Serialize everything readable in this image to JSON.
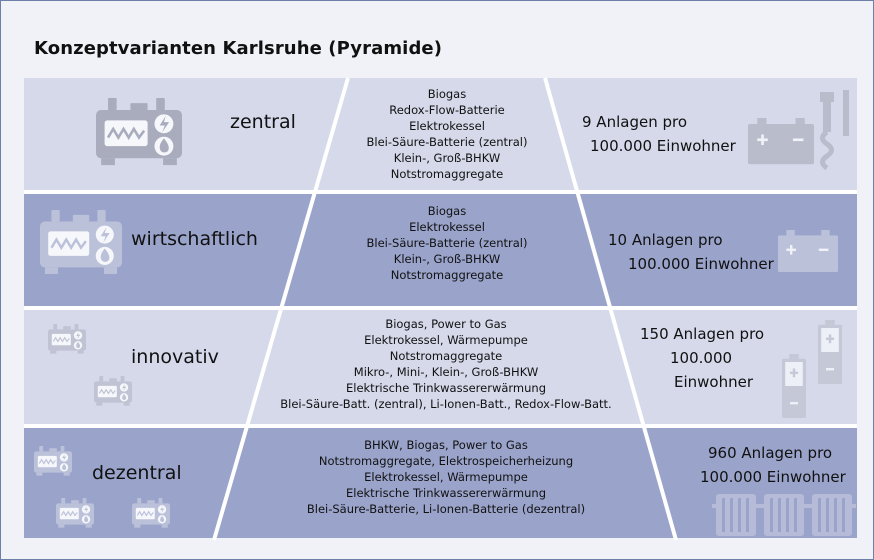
{
  "title": "Konzeptvarianten Karlsruhe (Pyramide)",
  "colors": {
    "frame_border": "#6e7faa",
    "background": "#f1f2f8",
    "row_light": "#d5d9ea",
    "row_dark": "#9aa4cb",
    "icon": "#b9bcc9"
  },
  "rows": [
    {
      "level": "zentral",
      "technologies": [
        "Biogas",
        "Redox-Flow-Batterie",
        "Elektrokessel",
        "Blei-Säure-Batterie (zentral)",
        "Klein-, Groß-BHKW",
        "Notstromaggregate"
      ],
      "count": [
        "9 Anlagen pro",
        "100.000 Einwohner"
      ],
      "icons": [
        "generator-icon",
        "battery-icon",
        "redox-flow-icon"
      ]
    },
    {
      "level": "wirtschaftlich",
      "technologies": [
        "Biogas",
        "Elektrokessel",
        "Blei-Säure-Batterie (zentral)",
        "Klein-, Groß-BHKW",
        "Notstromaggregate"
      ],
      "count": [
        "10 Anlagen pro",
        "100.000 Einwohner"
      ],
      "icons": [
        "generator-icon",
        "battery-icon"
      ]
    },
    {
      "level": "innovativ",
      "technologies": [
        "Biogas, Power to Gas",
        "Elektrokessel, Wärmepumpe",
        "Notstromaggregate",
        "Mikro-, Mini-, Klein-, Groß-BHKW",
        "Elektrische Trinkwassererwärmung",
        "Blei-Säure-Batt. (zentral), Li-Ionen-Batt., Redox-Flow-Batt."
      ],
      "count": [
        "150 Anlagen pro",
        "100.000",
        "Einwohner"
      ],
      "icons": [
        "generator-icon",
        "generator-icon",
        "battery-cell-icon",
        "battery-cell-icon"
      ]
    },
    {
      "level": "dezentral",
      "technologies": [
        "BHKW, Biogas, Power to Gas",
        "Notstromaggregate, Elektrospeicherheizung",
        "Elektrokessel, Wärmepumpe",
        "Elektrische Trinkwassererwärmung",
        "Blei-Säure-Batterie, Li-Ionen-Batterie (dezentral)"
      ],
      "count": [
        "960 Anlagen pro",
        "100.000 Einwohner"
      ],
      "icons": [
        "generator-icon",
        "generator-icon",
        "generator-icon",
        "radiator-icon",
        "radiator-icon",
        "radiator-icon"
      ]
    }
  ]
}
